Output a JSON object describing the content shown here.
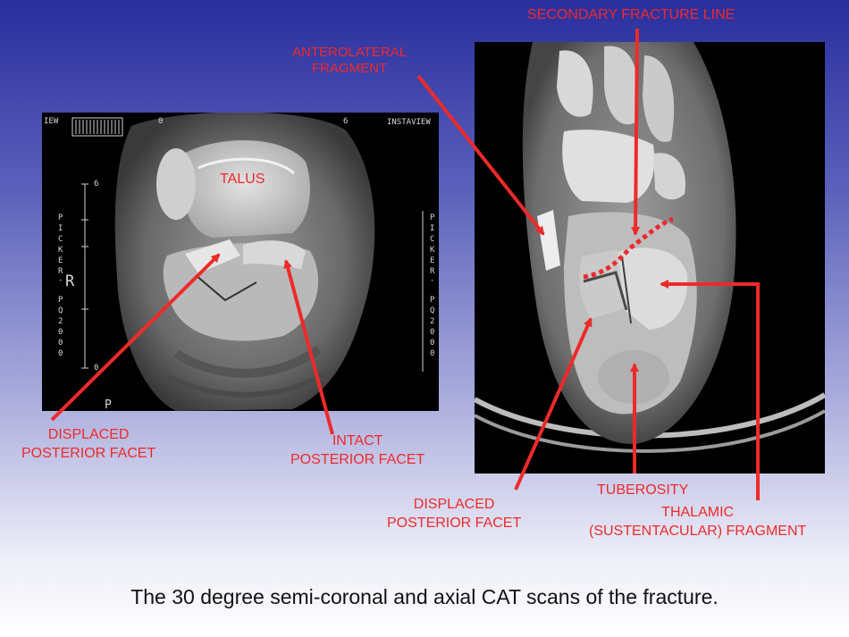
{
  "left_scan": {
    "overlay": {
      "top_left": "IEW",
      "top_zero": "0",
      "top_six": "6",
      "top_right": "INSTAVIEW",
      "scale_top": "6",
      "scale_bottom": "0",
      "side_left": "PICKER",
      "side_right": "PICKER",
      "orientation": "R",
      "side_left_code": "PQ2000",
      "side_right_code": "PQ2000",
      "dash": "-",
      "bottom_letter": "P"
    }
  },
  "labels": {
    "secondary_fracture_line": "SECONDARY FRACTURE LINE",
    "anterolateral_fragment": [
      "ANTEROLATERAL",
      "FRAGMENT"
    ],
    "talus": "TALUS",
    "displaced_posterior_facet_left": [
      "DISPLACED",
      "POSTERIOR FACET"
    ],
    "intact_posterior_facet": [
      "INTACT",
      "POSTERIOR FACET"
    ],
    "displaced_posterior_facet_right": [
      "DISPLACED",
      "POSTERIOR FACET"
    ],
    "tuberosity": "TUBEROSITY",
    "thalamic_fragment": [
      "THALAMIC",
      "(SUSTENTACULAR) FRAGMENT"
    ]
  },
  "caption": "The 30 degree semi-coronal and axial CAT scans of the fracture.",
  "colors": {
    "label_red": "#ee2a2a",
    "background_top": "#2a2e9e",
    "background_bottom": "#ffffff"
  }
}
